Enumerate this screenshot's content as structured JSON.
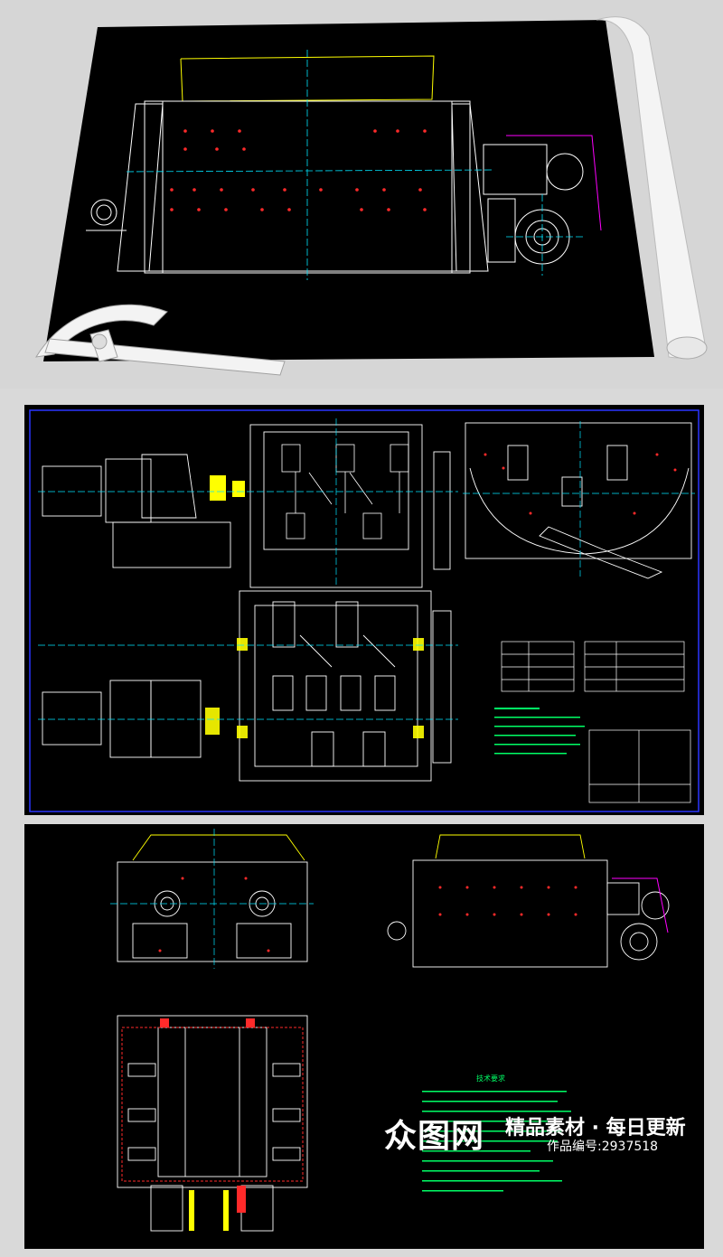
{
  "watermark": {
    "logo": "众图网",
    "tagline": "精品素材 · 每日更新",
    "work_number": "作品编号:2937518"
  },
  "drawing": {
    "notes_heading": "技术要求",
    "colors": {
      "outline": "#ffffff",
      "centerline": "#00e5ff",
      "accent": "#ffff00",
      "hole": "#ff2a2a",
      "dimension": "#00ff66",
      "frame": "#2a35ff",
      "pipe": "#ff00ff"
    }
  }
}
